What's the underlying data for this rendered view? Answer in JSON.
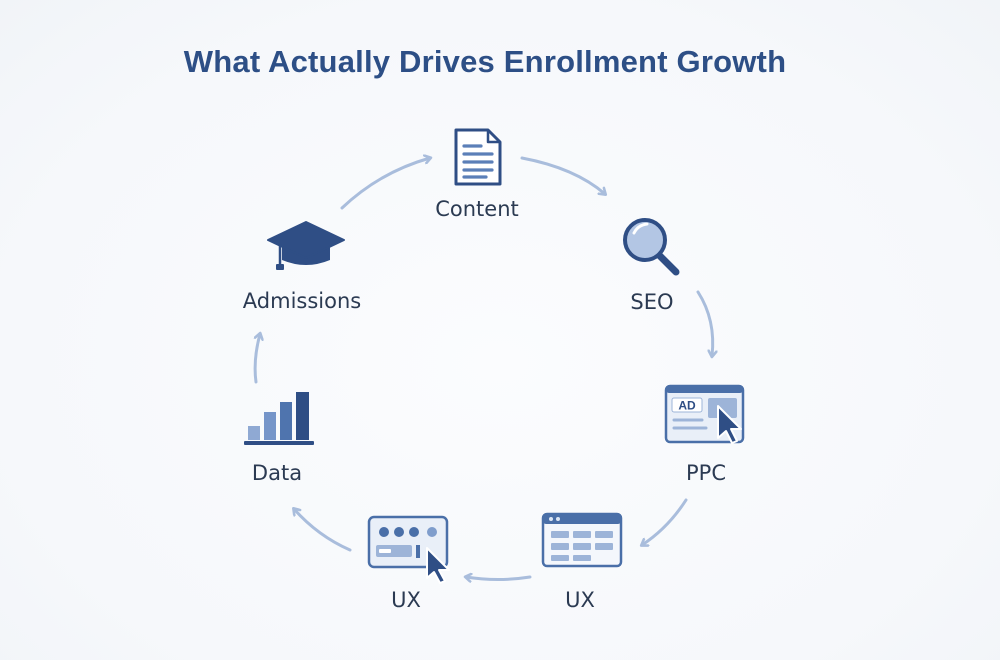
{
  "title": "What Actually Drives Enrollment Growth",
  "nodes": [
    {
      "label": "Content",
      "icon": "document-icon"
    },
    {
      "label": "SEO",
      "icon": "magnifier-icon"
    },
    {
      "label": "PPC",
      "icon": "ad-click-icon"
    },
    {
      "label": "UX",
      "icon": "web-layout-icon"
    },
    {
      "label": "UX",
      "icon": "ui-click-icon"
    },
    {
      "label": "Data",
      "icon": "bar-chart-icon"
    },
    {
      "label": "Admissions",
      "icon": "graduation-cap-icon"
    }
  ],
  "icons": {
    "ad_text": "AD"
  },
  "colors": {
    "title": "#2d4f86",
    "dark_blue": "#2f4e85",
    "mid_blue": "#4a6fa8",
    "light_blue": "#9db4d8",
    "arrow": "#a9bddc",
    "label": "#2b3a52"
  }
}
